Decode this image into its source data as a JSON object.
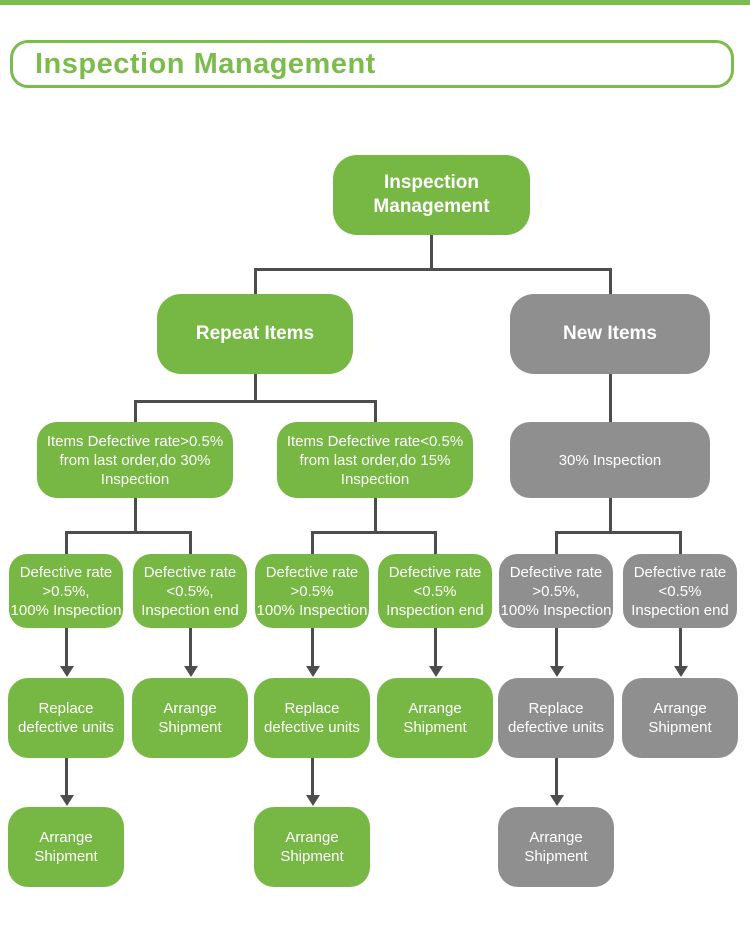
{
  "header": {
    "title": "Inspection Management"
  },
  "colors": {
    "green": "#76B843",
    "gray": "#8F8F8F",
    "connector": "#4D4D4D",
    "header_green": "#7CBC4C",
    "text_on_box": "#FFFFFF"
  },
  "nodes": {
    "root": "Inspection\nManagement",
    "repeat_items": "Repeat Items",
    "new_items": "New Items",
    "repeat_high_rate": "Items Defective rate>0.5%\nfrom last order,do 30%\nInspection",
    "repeat_low_rate": "Items Defective rate<0.5%\nfrom last order,do 15%\nInspection",
    "new_items_inspection": "30% Inspection",
    "col1_defect": "Defective rate\n>0.5%,\n100% Inspection",
    "col2_defect": "Defective rate\n<0.5%,\nInspection end",
    "col3_defect": "Defective rate\n>0.5%\n100% Inspection",
    "col4_defect": "Defective rate\n<0.5%\nInspection end",
    "col5_defect": "Defective rate\n>0.5%,\n100% Inspection",
    "col6_defect": "Defective rate\n<0.5%\nInspection end",
    "col1_action": "Replace\ndefective units",
    "col2_action": "Arrange\nShipment",
    "col3_action": "Replace\ndefective units",
    "col4_action": "Arrange\nShipment",
    "col5_action": "Replace\ndefective units",
    "col6_action": "Arrange\nShipment",
    "col1_final": "Arrange\nShipment",
    "col3_final": "Arrange\nShipment",
    "col5_final": "Arrange\nShipment"
  }
}
